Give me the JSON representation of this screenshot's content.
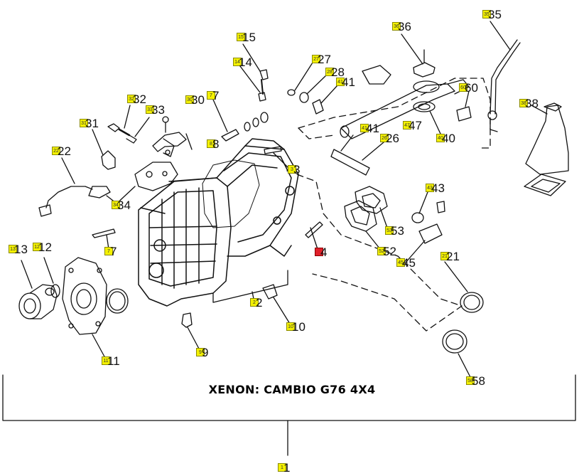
{
  "diagram": {
    "title": "XENON: CAMBIO G76 4X4",
    "colors": {
      "line": "#111111",
      "callout_fill": "#f4f100",
      "callout_highlight": "#e0202a",
      "background": "#ffffff"
    },
    "callouts": [
      {
        "id": "35",
        "label": "35"
      },
      {
        "id": "36",
        "label": "36"
      },
      {
        "id": "15",
        "label": "15"
      },
      {
        "id": "27",
        "label": "27"
      },
      {
        "id": "14",
        "label": "14"
      },
      {
        "id": "28",
        "label": "28"
      },
      {
        "id": "41a",
        "label": "41"
      },
      {
        "id": "60",
        "label": "60"
      },
      {
        "id": "32",
        "label": "32"
      },
      {
        "id": "30",
        "label": "30"
      },
      {
        "id": "7a",
        "label": "7"
      },
      {
        "id": "38",
        "label": "38"
      },
      {
        "id": "33",
        "label": "33"
      },
      {
        "id": "31",
        "label": "31"
      },
      {
        "id": "41b",
        "label": "41"
      },
      {
        "id": "47",
        "label": "47"
      },
      {
        "id": "40",
        "label": "40"
      },
      {
        "id": "26",
        "label": "26"
      },
      {
        "id": "8",
        "label": "8"
      },
      {
        "id": "22",
        "label": "22"
      },
      {
        "id": "3",
        "label": "3"
      },
      {
        "id": "43",
        "label": "43"
      },
      {
        "id": "34",
        "label": "34"
      },
      {
        "id": "53",
        "label": "53"
      },
      {
        "id": "7b",
        "label": "7"
      },
      {
        "id": "13",
        "label": "13"
      },
      {
        "id": "12",
        "label": "12"
      },
      {
        "id": "4",
        "label": "4"
      },
      {
        "id": "52",
        "label": "52"
      },
      {
        "id": "21",
        "label": "21"
      },
      {
        "id": "45",
        "label": "45"
      },
      {
        "id": "2",
        "label": "2"
      },
      {
        "id": "10",
        "label": "10"
      },
      {
        "id": "9",
        "label": "9"
      },
      {
        "id": "11",
        "label": "11"
      },
      {
        "id": "58",
        "label": "58"
      },
      {
        "id": "1",
        "label": "1"
      }
    ]
  }
}
